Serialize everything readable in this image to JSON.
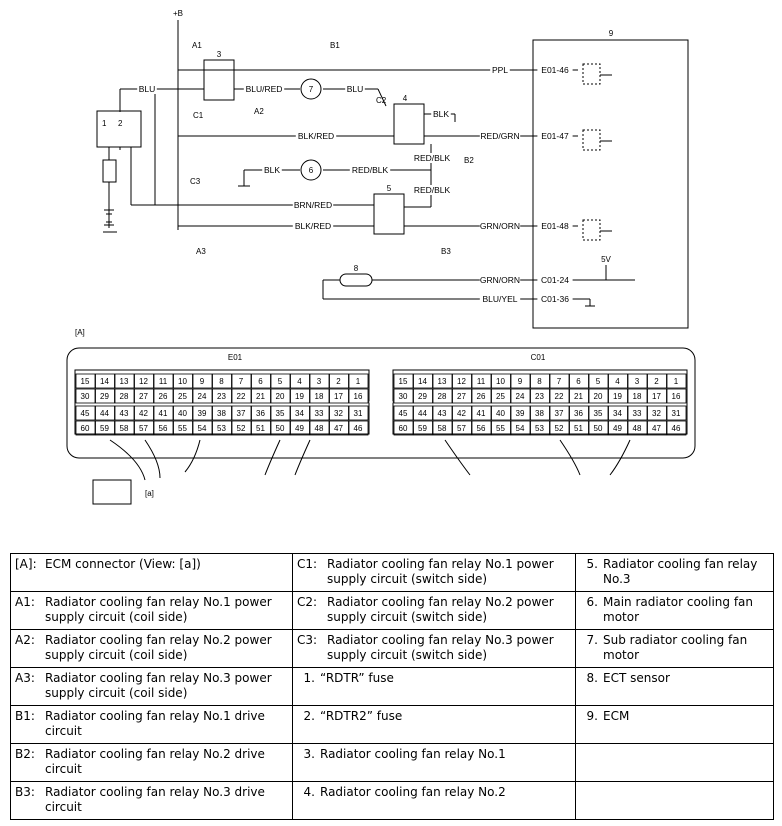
{
  "diagram": {
    "power_label": "+B",
    "wire_labels": {
      "A1": "A1",
      "A2": "A2",
      "A3": "A3",
      "B1": "B1",
      "B2": "B2",
      "B3": "B3",
      "C1": "C1",
      "C2": "C2",
      "C3": "C3"
    },
    "wire_colors": {
      "blu_left": "BLU",
      "blu_red": "BLU/RED",
      "blu_mid": "BLU",
      "ppl": "PPL",
      "blk_relay4": "BLK",
      "blk_red": "BLK/RED",
      "red_grn": "RED/GRN",
      "red_blk_1": "RED/BLK",
      "blk_motor6": "BLK",
      "red_blk_2": "RED/BLK",
      "red_blk_3": "RED/BLK",
      "brn_red": "BRN/RED",
      "blk_red_2": "BLK/RED",
      "grn_orn_1": "GRN/ORN",
      "grn_orn_2": "GRN/ORN",
      "blu_yel": "BLU/YEL"
    },
    "components": {
      "c1": "1",
      "c2": "2",
      "c3": "3",
      "c4": "4",
      "c5": "5",
      "c6": "6",
      "c7": "7",
      "c8": "8",
      "c9": "9"
    },
    "ecm_pins": {
      "e46": "E01-46",
      "e47": "E01-47",
      "e48": "E01-48",
      "c24": "C01-24",
      "c36": "C01-36"
    },
    "v5": "5V",
    "view_label": "[A]",
    "connector_left": "E01",
    "connector_right": "C01",
    "view_arrow": "[a]",
    "pins_row1": [
      "15",
      "14",
      "13",
      "12",
      "11",
      "10",
      "9",
      "8",
      "7",
      "6",
      "5",
      "4",
      "3",
      "2",
      "1"
    ],
    "pins_row2": [
      "30",
      "29",
      "28",
      "27",
      "26",
      "25",
      "24",
      "23",
      "22",
      "21",
      "20",
      "19",
      "18",
      "17",
      "16"
    ],
    "pins_row3": [
      "45",
      "44",
      "43",
      "42",
      "41",
      "40",
      "39",
      "38",
      "37",
      "36",
      "35",
      "34",
      "33",
      "32",
      "31"
    ],
    "pins_row4": [
      "60",
      "59",
      "58",
      "57",
      "56",
      "55",
      "54",
      "53",
      "52",
      "51",
      "50",
      "49",
      "48",
      "47",
      "46"
    ]
  },
  "legend": [
    [
      {
        "k": "[A]:",
        "v": "ECM connector (View: [a])"
      },
      {
        "k": "C1:",
        "v": "Radiator cooling fan relay No.1 power supply circuit (switch side)"
      },
      {
        "k": "5.",
        "v": "Radiator cooling fan relay No.3"
      }
    ],
    [
      {
        "k": "A1:",
        "v": "Radiator cooling fan relay No.1 power supply circuit (coil side)"
      },
      {
        "k": "C2:",
        "v": "Radiator cooling fan relay No.2 power supply circuit (switch side)"
      },
      {
        "k": "6.",
        "v": "Main radiator cooling fan motor"
      }
    ],
    [
      {
        "k": "A2:",
        "v": "Radiator cooling fan relay No.2 power supply circuit (coil side)"
      },
      {
        "k": "C3:",
        "v": "Radiator cooling fan relay No.3 power supply circuit (switch side)"
      },
      {
        "k": "7.",
        "v": "Sub radiator cooling fan motor"
      }
    ],
    [
      {
        "k": "A3:",
        "v": "Radiator cooling fan relay No.3 power supply circuit (coil side)"
      },
      {
        "k": "1.",
        "v": "“RDTR” fuse"
      },
      {
        "k": "8.",
        "v": "ECT sensor"
      }
    ],
    [
      {
        "k": "B1:",
        "v": "Radiator cooling fan relay No.1 drive circuit"
      },
      {
        "k": "2.",
        "v": "“RDTR2” fuse"
      },
      {
        "k": "9.",
        "v": "ECM"
      }
    ],
    [
      {
        "k": "B2:",
        "v": "Radiator cooling fan relay No.2 drive circuit"
      },
      {
        "k": "3.",
        "v": "Radiator cooling fan relay No.1"
      },
      {
        "k": "",
        "v": ""
      }
    ],
    [
      {
        "k": "B3:",
        "v": "Radiator cooling fan relay No.3 drive circuit"
      },
      {
        "k": "4.",
        "v": "Radiator cooling fan relay No.2"
      },
      {
        "k": "",
        "v": ""
      }
    ]
  ]
}
